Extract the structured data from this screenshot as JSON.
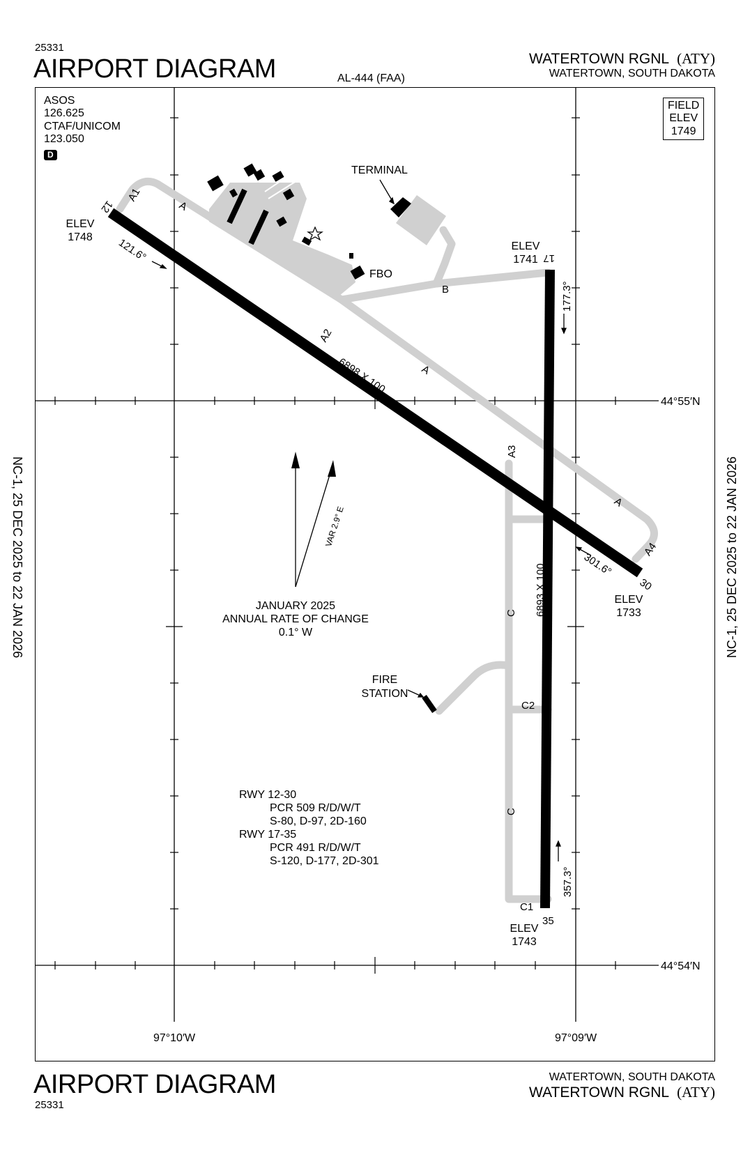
{
  "header": {
    "chart_number": "25331",
    "title": "AIRPORT DIAGRAM",
    "procedure_id": "AL-444 (FAA)",
    "airport_name": "WATERTOWN RGNL",
    "airport_id": "(ATY)",
    "location": "WATERTOWN, SOUTH DAKOTA"
  },
  "footer": {
    "title": "AIRPORT DIAGRAM",
    "chart_number": "25331",
    "location": "WATERTOWN, SOUTH DAKOTA",
    "airport_name": "WATERTOWN RGNL",
    "airport_id": "(ATY)"
  },
  "side_margin": {
    "left": "NC-1,  25 DEC 2025  to  22 JAN 2026",
    "right": "NC-1,  25 DEC 2025  to  22 JAN 2026"
  },
  "comms": {
    "asos_label": "ASOS",
    "asos_freq": "126.625",
    "ctaf_label": "CTAF/UNICOM",
    "ctaf_freq": "123.050",
    "d_symbol": "D"
  },
  "field_elev": {
    "line1": "FIELD",
    "line2": "ELEV",
    "value": "1749"
  },
  "coords": {
    "lat_north": "44°55′N",
    "lat_south": "44°54′N",
    "lon_west": "97°10′W",
    "lon_east": "97°09′W"
  },
  "runway_12_30": {
    "end_12": "12",
    "end_30": "30",
    "dimensions": "6898 X 100",
    "heading_12": "121.6°",
    "heading_30": "301.6°",
    "elev_label": "ELEV",
    "elev_12": "1748",
    "elev_30": "1733"
  },
  "runway_17_35": {
    "end_17": "17",
    "end_35": "35",
    "dimensions": "6893 X 100",
    "heading_17": "177.3°",
    "heading_35": "357.3°",
    "elev_17": "1741",
    "elev_35": "1743"
  },
  "taxiways": {
    "A": "A",
    "A1": "A1",
    "A2": "A2",
    "A3": "A3",
    "A4": "A4",
    "B": "B",
    "C": "C",
    "C1": "C1",
    "C2": "C2"
  },
  "facilities": {
    "terminal": "TERMINAL",
    "fbo": "FBO",
    "fire_line1": "FIRE",
    "fire_line2": "STATION"
  },
  "magnetic": {
    "var": "VAR 2.9° E",
    "date": "JANUARY 2025",
    "rate_label": "ANNUAL RATE OF CHANGE",
    "rate_value": "0.1° W"
  },
  "pavement": {
    "rwy1": "RWY 12-30",
    "rwy1_pcr": "PCR 509 R/D/W/T",
    "rwy1_wt": "S-80, D-97, 2D-160",
    "rwy2": "RWY 17-35",
    "rwy2_pcr": "PCR 491 R/D/W/T",
    "rwy2_wt": "S-120, D-177, 2D-301"
  },
  "colors": {
    "taxiway": "#d0d0d0",
    "runway": "#000000"
  }
}
